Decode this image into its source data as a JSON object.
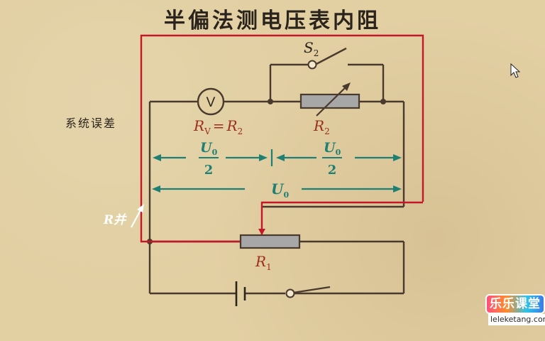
{
  "title": "半偏法测电压表内阻",
  "side_label": "系统误差",
  "components": {
    "voltmeter": "V",
    "switch2": {
      "base": "S",
      "sub": "2"
    },
    "r_eq": {
      "left": "R",
      "left_sub": "V",
      "eq": "=",
      "right": "R",
      "right_sub": "2"
    },
    "r2": {
      "base": "R",
      "sub": "2"
    },
    "r1": {
      "base": "R",
      "sub": "1"
    },
    "r_parallel": "R并"
  },
  "voltages": {
    "half": {
      "num": "U",
      "num_sub": "0",
      "den": "2"
    },
    "total": {
      "base": "U",
      "sub": "0"
    }
  },
  "logo": {
    "brand": "乐乐课堂",
    "url": "leleketang.com"
  },
  "colors": {
    "wire": "#4a3a2e",
    "highlight": "#c4182a",
    "label_red": "#9a2f1c",
    "label_teal": "#1f7f74",
    "resistor": "#a7a7a7"
  }
}
